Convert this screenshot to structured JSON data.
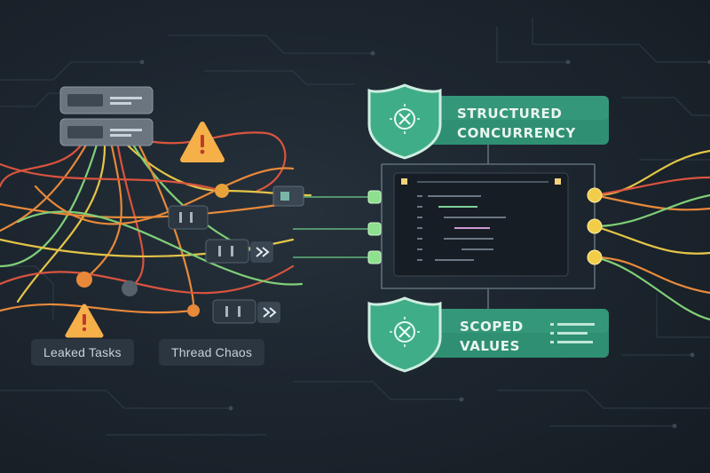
{
  "labels": {
    "leaked_tasks": "Leaked Tasks",
    "thread_chaos": "Thread Chaos"
  },
  "banners": {
    "top": {
      "line1": "STRUCTURED",
      "line2": "CONCURRENCY"
    },
    "bottom": {
      "line1": "SCOPED",
      "line2": "VALUES"
    }
  },
  "icons": {
    "warning": "warning-icon",
    "shield": "shield-icon",
    "server": "server-icon",
    "thread": "thread-icon",
    "forward": "forward-icon"
  },
  "colors": {
    "accent_green": "#3fae88",
    "banner_green": "#2f8f72",
    "wire_orange": "#e8893a",
    "wire_red": "#d9543f",
    "wire_yellow": "#e5c547",
    "wire_green": "#7fcf78",
    "warning": "#f5b04a",
    "node_green": "#8ee08e"
  }
}
